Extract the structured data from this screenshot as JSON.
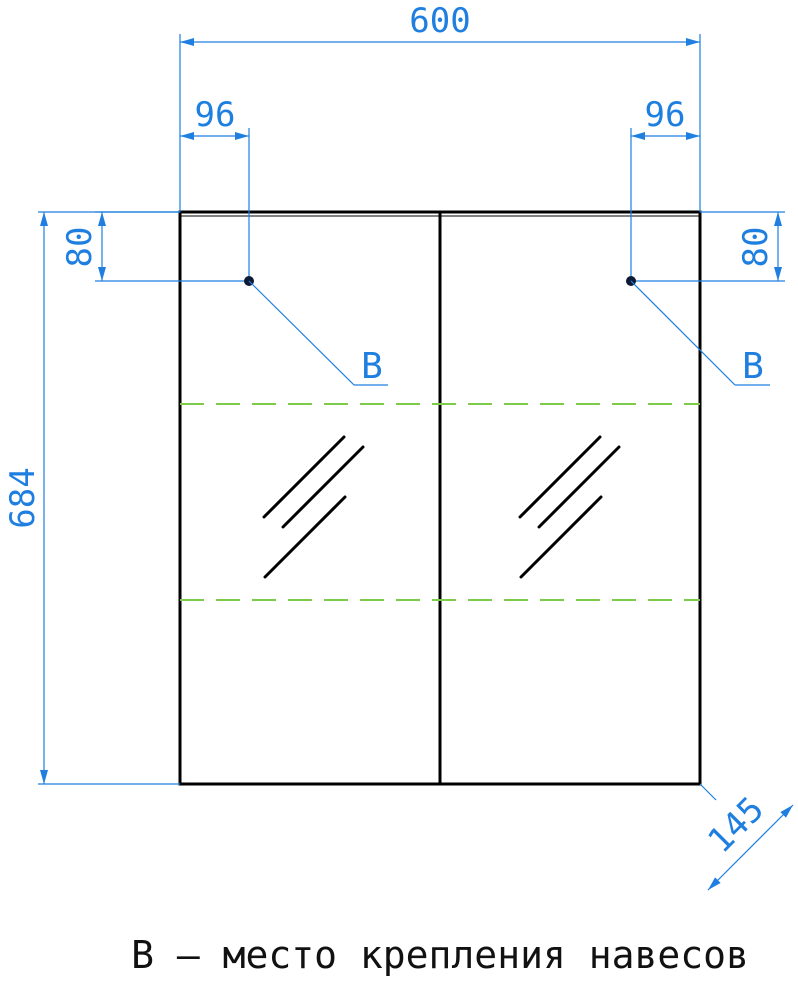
{
  "colors": {
    "dimension": "#1E7FE0",
    "outline": "#000000",
    "shelf": "#7DCB4B",
    "glass": "#000000",
    "mount_point": "#0C1B33"
  },
  "dimensions": {
    "width": "600",
    "mount_offset_left": "96",
    "mount_offset_right": "96",
    "mount_drop_left": "80",
    "mount_drop_right": "80",
    "height": "684",
    "depth": "145"
  },
  "callouts": {
    "left": "B",
    "right": "B"
  },
  "legend": "B – место крепления навесов"
}
